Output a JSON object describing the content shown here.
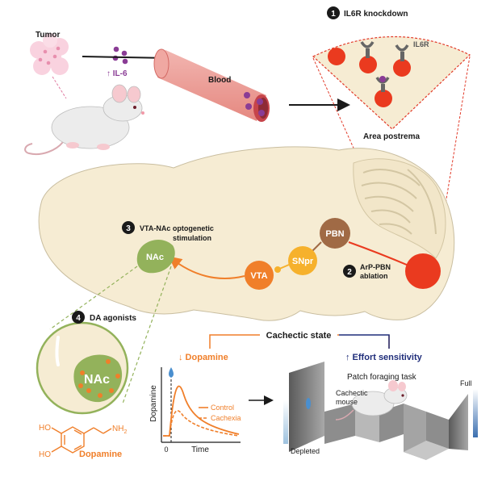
{
  "labels": {
    "tumor": "Tumor",
    "il6": "↑ IL-6",
    "blood": "Blood",
    "step1": "IL6R knockdown",
    "il6r": "IL6R",
    "area_postrema": "Area postrema",
    "pbn": "PBN",
    "snpr": "SNpr",
    "vta": "VTA",
    "nac": "NAc",
    "nac_zoom": "NAc",
    "step2_line1": "ArP-PBN",
    "step2_line2": "ablation",
    "step3_line1": "VTA-NAc optogenetic",
    "step3_line2": "stimulation",
    "step4": "DA agonists",
    "cachectic_state": "Cachectic state",
    "dopamine_down": "↓ Dopamine",
    "effort_up": "↑ Effort sensitivity",
    "patch_task": "Patch foraging task",
    "cachectic_mouse_line1": "Cachectic",
    "cachectic_mouse_line2": "mouse",
    "full": "Full",
    "depleted": "Depleted",
    "dopamine_molecule": "Dopamine",
    "ho1": "HO",
    "ho2": "HO",
    "nh2": "NH",
    "nh2_sub": "2"
  },
  "steps": [
    "1",
    "2",
    "3",
    "4"
  ],
  "plot": {
    "ylabel": "Dopamine",
    "xlabel": "Time",
    "x0": "0",
    "legend_control": "Control",
    "legend_cachexia": "Cachexia"
  },
  "colors": {
    "orange": "#f07f2a",
    "navy": "#1f2d7a",
    "red": "#ea3a1f",
    "purple": "#8a3c95",
    "brain": "#f6ecd3",
    "pbn_brown": "#a06a45",
    "snpr_yellow": "#f6b12c",
    "nac_green": "#93b25b"
  }
}
